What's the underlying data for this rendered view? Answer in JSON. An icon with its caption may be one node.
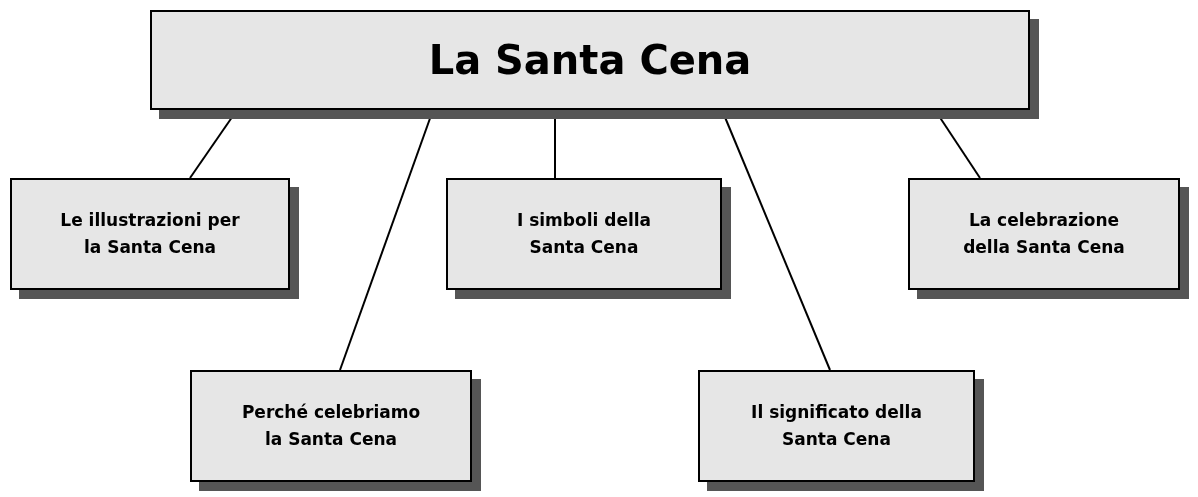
{
  "diagram": {
    "nodes": [
      {
        "text": [
          "La Santa Cena"
        ]
      },
      {
        "text": [
          "Le illustrazioni per la Santa Cena"
        ]
      },
      {
        "text": [
          "Perché celebriamo la Santa Cena"
        ]
      },
      {
        "text": [
          "I simboli della Santa Cena"
        ]
      },
      {
        "text": [
          "Il significato della Santa Cena"
        ]
      },
      {
        "text": [
          "La celebrazione della Santa Cena"
        ]
      }
    ],
    "edges": [
      {
        "from": 0,
        "to": 1,
        "arrow": "none"
      },
      {
        "from": 0,
        "to": 2,
        "arrow": "none"
      },
      {
        "from": 0,
        "to": 3,
        "arrow": "none"
      },
      {
        "from": 0,
        "to": 4,
        "arrow": "none"
      },
      {
        "from": 0,
        "to": 5,
        "arrow": "none"
      }
    ]
  }
}
